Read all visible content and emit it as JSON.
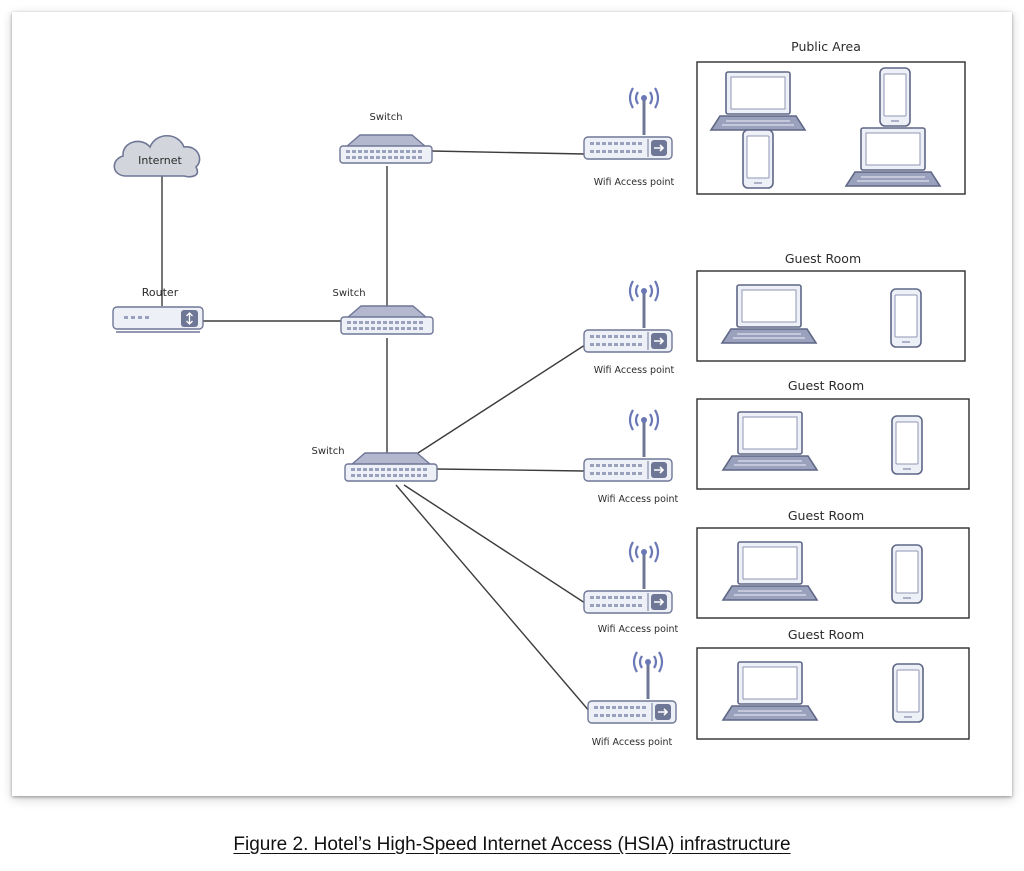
{
  "diagram": {
    "internet_label": "Internet",
    "router_label": "Router",
    "switch_label": "Switch",
    "access_point_label": "Wifi Access point",
    "zones": {
      "public": "Public Area",
      "guest_room": "Guest Room"
    }
  },
  "caption": "Figure 2. Hotel’s High-Speed Internet Access (HSIA) infrastructure",
  "colors": {
    "device_fill": "#eef0f8",
    "device_stroke": "#6f7796",
    "device_top": "#b3b8cf",
    "cloud_fill": "#d2d5db",
    "line": "#3c3c3c",
    "antenna_wave": "#6a78b6"
  }
}
